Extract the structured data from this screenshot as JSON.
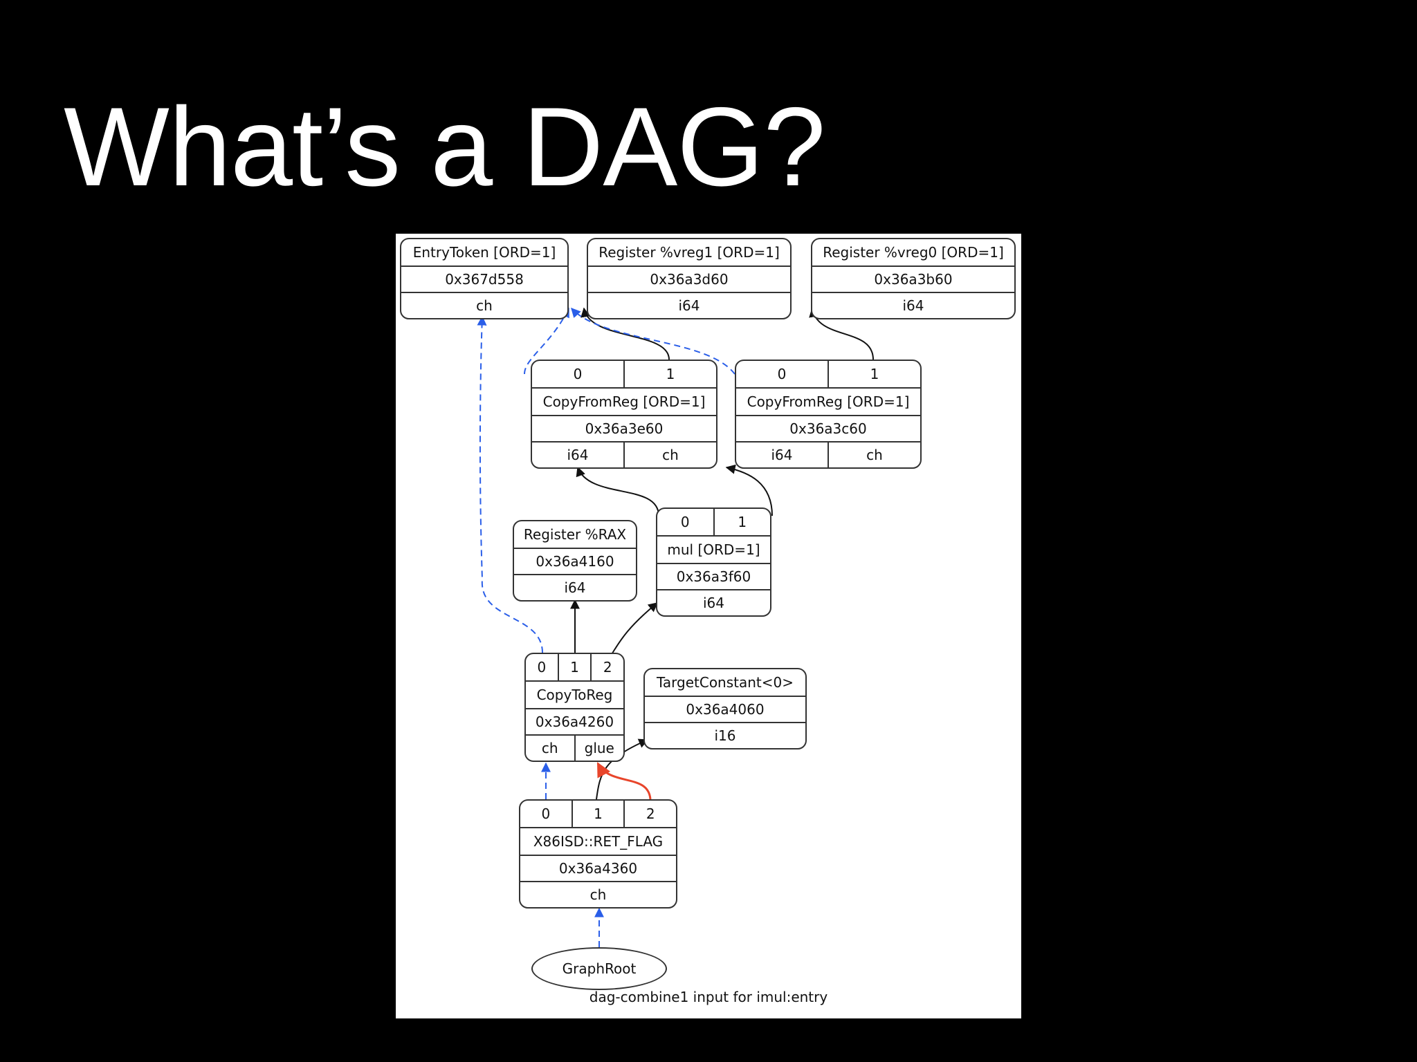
{
  "slide": {
    "title": "What’s a DAG?"
  },
  "graph": {
    "caption": "dag-combine1 input for imul:entry",
    "edge_colors": {
      "chain": "#2a5ee8",
      "glue": "#e8452b",
      "value": "#111111"
    },
    "nodes": {
      "entry_token": {
        "name": "EntryToken [ORD=1]",
        "addr": "0x367d558",
        "types": [
          "ch"
        ]
      },
      "register_vreg1": {
        "name": "Register %vreg1 [ORD=1]",
        "addr": "0x36a3d60",
        "types": [
          "i64"
        ]
      },
      "register_vreg0": {
        "name": "Register %vreg0 [ORD=1]",
        "addr": "0x36a3b60",
        "types": [
          "i64"
        ]
      },
      "copyfromreg_a": {
        "ports": [
          "0",
          "1"
        ],
        "name": "CopyFromReg [ORD=1]",
        "addr": "0x36a3e60",
        "types": [
          "i64",
          "ch"
        ]
      },
      "copyfromreg_b": {
        "ports": [
          "0",
          "1"
        ],
        "name": "CopyFromReg [ORD=1]",
        "addr": "0x36a3c60",
        "types": [
          "i64",
          "ch"
        ]
      },
      "register_rax": {
        "name": "Register %RAX",
        "addr": "0x36a4160",
        "types": [
          "i64"
        ]
      },
      "mul": {
        "ports": [
          "0",
          "1"
        ],
        "name": "mul [ORD=1]",
        "addr": "0x36a3f60",
        "types": [
          "i64"
        ]
      },
      "copytoreg": {
        "ports": [
          "0",
          "1",
          "2"
        ],
        "name": "CopyToReg",
        "addr": "0x36a4260",
        "types": [
          "ch",
          "glue"
        ]
      },
      "target_constant": {
        "name": "TargetConstant<0>",
        "addr": "0x36a4060",
        "types": [
          "i16"
        ]
      },
      "ret_flag": {
        "ports": [
          "0",
          "1",
          "2"
        ],
        "name": "X86ISD::RET_FLAG",
        "addr": "0x36a4360",
        "types": [
          "ch"
        ]
      },
      "graph_root": {
        "name": "GraphRoot"
      }
    }
  }
}
